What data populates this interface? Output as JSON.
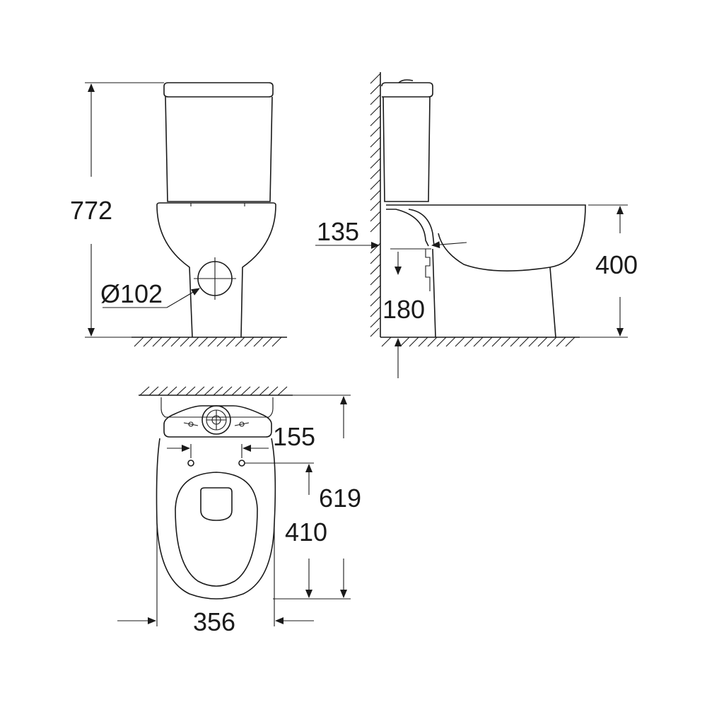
{
  "dimensions": {
    "total_height": "772",
    "outlet_diameter": "Ø102",
    "wall_to_outlet": "135",
    "outlet_height": "180",
    "bowl_height": "400",
    "fixing_hole_spacing": "155",
    "total_depth": "619",
    "fixing_to_front": "410",
    "width": "356"
  },
  "views": [
    "front-view",
    "side-view",
    "top-view"
  ]
}
